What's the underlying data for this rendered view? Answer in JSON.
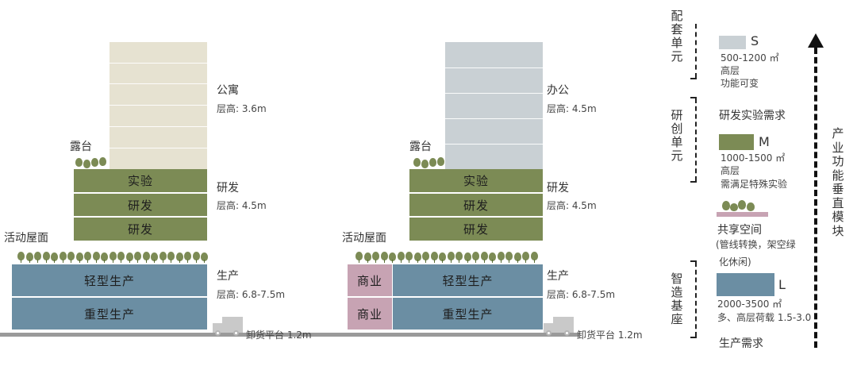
{
  "left_building": {
    "tower_label": "公寓",
    "tower_height": "层高: 3.6m",
    "terrace_label": "露台",
    "rd_blocks": [
      "实验",
      "研发",
      "研发"
    ],
    "rd_label": "研发",
    "rd_height": "层高: 4.5m",
    "roof_label": "活动屋面",
    "prod_blocks": [
      "轻型生产",
      "重型生产"
    ],
    "prod_label": "生产",
    "prod_height": "层高: 6.8-7.5m",
    "loading_label": "卸货平台 1.2m"
  },
  "right_building": {
    "tower_label": "办公",
    "tower_height": "层高: 4.5m",
    "terrace_label": "露台",
    "rd_blocks": [
      "实验",
      "研发",
      "研发"
    ],
    "rd_label": "研发",
    "rd_height": "层高: 4.5m",
    "roof_label": "活动屋面",
    "commerce_blocks": [
      "商业",
      "商业"
    ],
    "prod_blocks": [
      "轻型生产",
      "重型生产"
    ],
    "prod_label": "生产",
    "prod_height": "层高: 6.8-7.5m",
    "loading_label": "卸货平台 1.2m"
  },
  "legend": {
    "unit_support": "配套单元",
    "unit_rd": "研创单元",
    "unit_base": "智造基座",
    "s": {
      "letter": "S",
      "area": "500-1200 ㎡",
      "line2": "高层",
      "line3": "功能可变",
      "color": "#c9d0d4"
    },
    "rd_need": "研发实验需求",
    "m": {
      "letter": "M",
      "area": "1000-1500 ㎡",
      "line2": "高层",
      "line3": "需满足特殊实验",
      "color": "#7c8b55"
    },
    "shared": {
      "title": "共享空间",
      "line2": "(管线转换，架空绿",
      "line3": "化休闲)",
      "bar_color": "#c7a3b3"
    },
    "l": {
      "letter": "L",
      "area": "2000-3500 ㎡",
      "line2": "多、高层荷载 1.5-3.0",
      "color": "#6b8ea3"
    },
    "prod_need": "生产需求",
    "vertical_axis": "产业功能垂直模块"
  },
  "colors": {
    "apartment": "#e6e2d1",
    "office": "#c9d0d4",
    "rd": "#7c8b55",
    "production": "#6b8ea3",
    "commerce": "#c7a3b3",
    "ground": "#9a9a9a"
  }
}
